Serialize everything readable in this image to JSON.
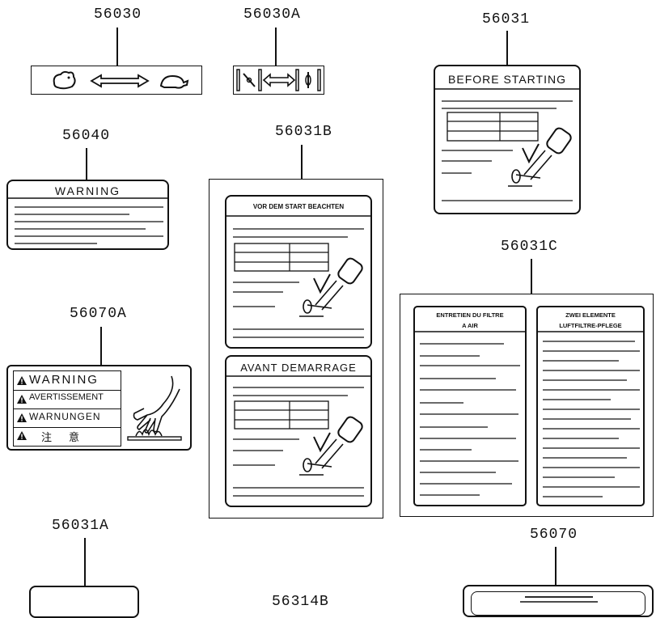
{
  "part_numbers": {
    "p56030": "56030",
    "p56030A": "56030A",
    "p56031": "56031",
    "p56040": "56040",
    "p56031B": "56031B",
    "p56031C": "56031C",
    "p56070A": "56070A",
    "p56031A": "56031A",
    "p56070": "56070"
  },
  "labels": {
    "before_starting": "BEFORE STARTING",
    "warning": "WARNING",
    "vor_dem_start": "VOR DEM START BEACHTEN",
    "avant_demarrage": "AVANT DEMARRAGE",
    "entretien_line1": "ENTRETIEN DU FILTRE",
    "entretien_line2": "A AIR",
    "zwei_line1": "ZWEI ELEMENTE",
    "zwei_line2": "LUFTFILTRE-PFLEGE",
    "warn_rows": [
      "WARNING",
      "AVERTISSEMENT",
      "WARNUNGEN",
      "注　意"
    ],
    "partial_number": "56314B"
  },
  "icons": [
    "rabbit-icon",
    "turtle-icon",
    "double-arrow-icon",
    "hot-surface-hand-icon",
    "warning-triangle-icon",
    "oil-filter-icon"
  ]
}
